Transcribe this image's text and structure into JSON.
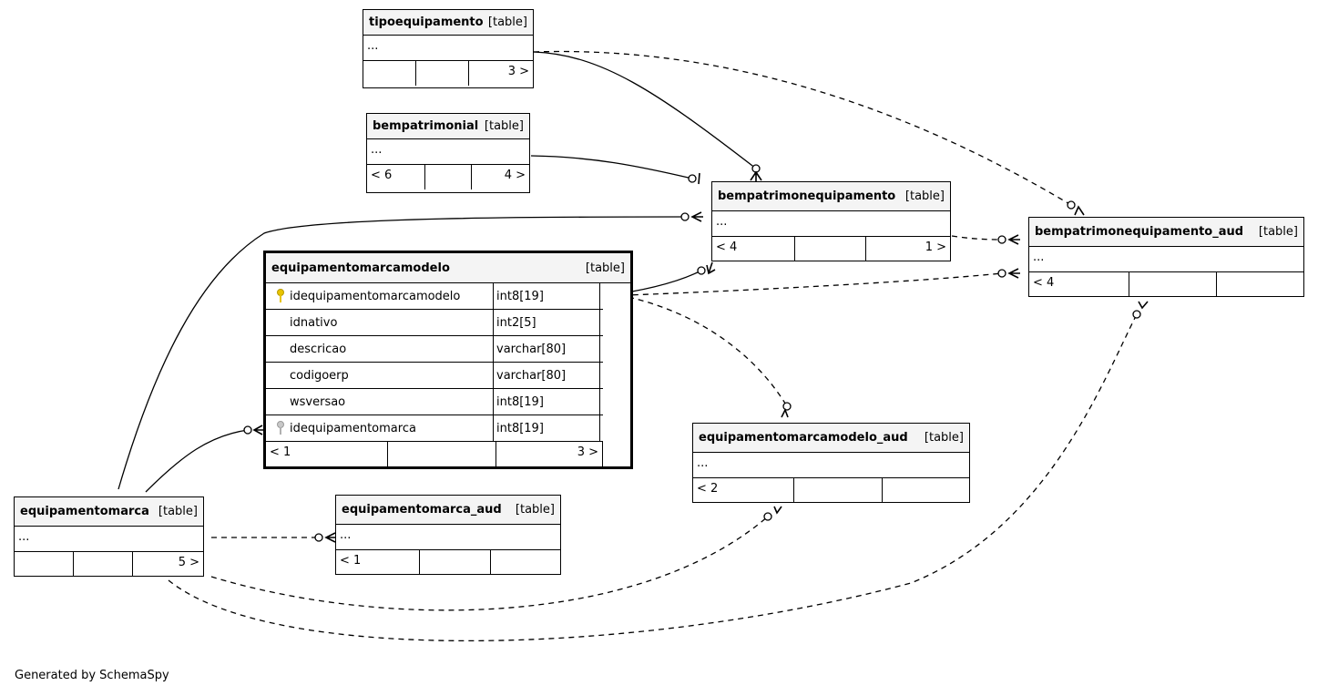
{
  "type_label": "[table]",
  "tables": {
    "tipoequipamento": {
      "name": "tipoequipamento",
      "body": "...",
      "foot": [
        "",
        "",
        "3 >"
      ]
    },
    "bempatrimonial": {
      "name": "bempatrimonial",
      "body": "...",
      "foot": [
        "< 6",
        "",
        "4 >"
      ]
    },
    "bempatrimonioequipamento": {
      "name": "bempatrimonequipamento",
      "body": "...",
      "foot": [
        "< 4",
        "",
        "1 >"
      ]
    },
    "bempatrimonioequipamento_aud": {
      "name": "bempatrimonequipamento_aud",
      "body": "...",
      "foot": [
        "< 4",
        "",
        ""
      ]
    },
    "equipamentomarcamodelo": {
      "name": "equipamentomarcamodelo",
      "columns": [
        {
          "name": "idequipamentomarcamodelo",
          "type": "int8[19]",
          "key": "primary"
        },
        {
          "name": "idnativo",
          "type": "int2[5]",
          "key": ""
        },
        {
          "name": "descricao",
          "type": "varchar[80]",
          "key": ""
        },
        {
          "name": "codigoerp",
          "type": "varchar[80]",
          "key": ""
        },
        {
          "name": "wsversao",
          "type": "int8[19]",
          "key": ""
        },
        {
          "name": "idequipamentomarca",
          "type": "int8[19]",
          "key": "foreign"
        }
      ],
      "foot": [
        "< 1",
        "",
        "3 >"
      ]
    },
    "equipamentomarcamodelo_aud": {
      "name": "equipamentomarcamodelo_aud",
      "body": "...",
      "foot": [
        "< 2",
        "",
        ""
      ]
    },
    "equipamentomarca": {
      "name": "equipamentomarca",
      "body": "...",
      "foot": [
        "",
        "",
        "5 >"
      ]
    },
    "equipamentomarca_aud": {
      "name": "equipamentomarca_aud",
      "body": "...",
      "foot": [
        "< 1",
        "",
        ""
      ]
    }
  },
  "icons": {
    "primary_key": "key-icon-gold",
    "foreign_key": "key-icon-gray"
  },
  "colors": {
    "header_bg": "#f4f4f4",
    "primary_key": "#e8c400",
    "foreign_key": "#9a9a9a",
    "line": "#000000"
  },
  "footer": "Generated by SchemaSpy"
}
